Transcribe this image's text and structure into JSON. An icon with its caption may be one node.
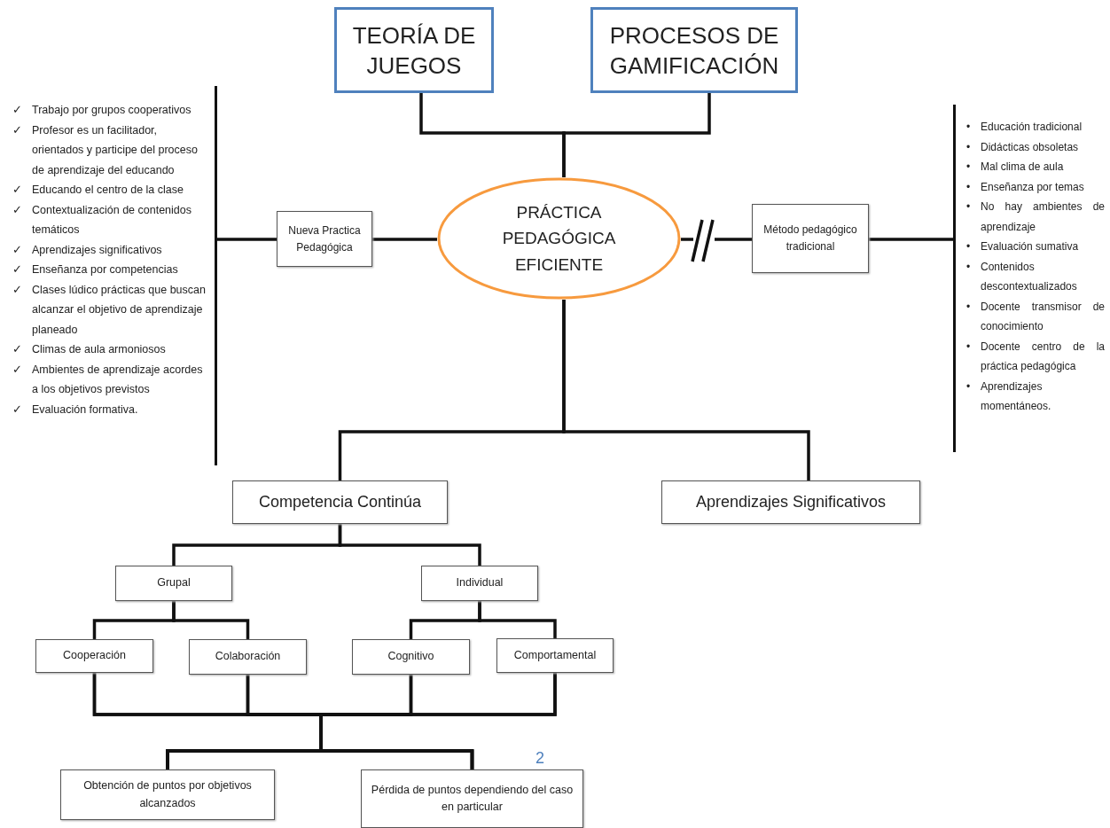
{
  "diagram": {
    "nodes": [
      {
        "text": [
          "TEORÍA DE JUEGOS"
        ]
      },
      {
        "text": [
          "PROCESOS DE GAMIFICACIÓN"
        ]
      },
      {
        "text": [
          "✓ Trabajo por grupos cooperativos",
          "✓ Profesor es un facilitador, orientados y participe del proceso de aprendizaje del educando",
          "✓ Educando el centro de la clase",
          "✓ Contextualización de contenidos temáticos",
          "✓ Aprendizajes significativos",
          "✓ Enseñanza por competencias",
          "✓ Clases lúdico prácticas que buscan alcanzar el objetivo de aprendizaje planeado",
          "✓ Climas de aula armoniosos",
          "✓ Ambientes de aprendizaje acordes a los objetivos previstos",
          "✓ Evaluación formativa."
        ]
      },
      {
        "text": [
          "Nueva Practica Pedagógica"
        ]
      },
      {
        "text": [
          "PRÁCTICA PEDAGÓGICA EFICIENTE"
        ]
      },
      {
        "text": [
          "Método pedagógico tradicional"
        ]
      },
      {
        "text": [
          "• Educación tradicional",
          "• Didácticas obsoletas",
          "• Mal clima de aula",
          "• Enseñanza por temas",
          "• No hay ambientes de aprendizaje",
          "• Evaluación sumativa",
          "• Contenidos descontextualizados",
          "• Docente transmisor de conocimiento",
          "• Docente centro de la práctica pedagógica",
          "• Aprendizajes momentáneos."
        ]
      },
      {
        "text": [
          "Competencia Continúa"
        ]
      },
      {
        "text": [
          "Aprendizajes Significativos"
        ]
      },
      {
        "text": [
          "Grupal"
        ]
      },
      {
        "text": [
          "Individual"
        ]
      },
      {
        "text": [
          "Cooperación"
        ]
      },
      {
        "text": [
          "Colaboración"
        ]
      },
      {
        "text": [
          "Cognitivo"
        ]
      },
      {
        "text": [
          "Comportamental"
        ]
      },
      {
        "text": [
          "Obtención de puntos por objetivos alcanzados"
        ]
      },
      {
        "text": [
          "Pérdida de puntos  dependiendo del caso en particular"
        ]
      }
    ],
    "edges": [
      {
        "from": 0,
        "to": 4,
        "arrow": "none"
      },
      {
        "from": 1,
        "to": 4,
        "arrow": "none"
      },
      {
        "from": 4,
        "to": 3,
        "arrow": "none"
      },
      {
        "from": 3,
        "to": 2,
        "arrow": "none"
      },
      {
        "from": 4,
        "to": 5,
        "arrow": "none"
      },
      {
        "from": 5,
        "to": 6,
        "arrow": "none"
      },
      {
        "from": 4,
        "to": 7,
        "arrow": "none"
      },
      {
        "from": 4,
        "to": 8,
        "arrow": "none"
      },
      {
        "from": 7,
        "to": 9,
        "arrow": "none"
      },
      {
        "from": 7,
        "to": 10,
        "arrow": "none"
      },
      {
        "from": 9,
        "to": 11,
        "arrow": "none"
      },
      {
        "from": 9,
        "to": 12,
        "arrow": "none"
      },
      {
        "from": 10,
        "to": 13,
        "arrow": "none"
      },
      {
        "from": 10,
        "to": 14,
        "arrow": "none"
      },
      {
        "from": 11,
        "to": 15,
        "arrow": "none"
      },
      {
        "from": 11,
        "to": 16,
        "arrow": "none"
      },
      {
        "from": 12,
        "to": 15,
        "arrow": "none"
      },
      {
        "from": 12,
        "to": 16,
        "arrow": "none"
      },
      {
        "from": 13,
        "to": 15,
        "arrow": "none"
      },
      {
        "from": 13,
        "to": 16,
        "arrow": "none"
      },
      {
        "from": 14,
        "to": 15,
        "arrow": "none"
      },
      {
        "from": 14,
        "to": 16,
        "arrow": "none"
      }
    ],
    "labels": [
      "2"
    ]
  }
}
